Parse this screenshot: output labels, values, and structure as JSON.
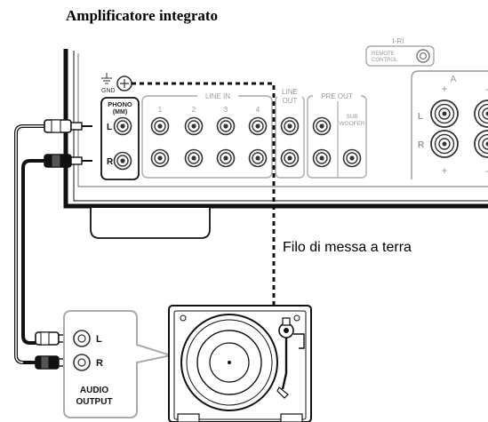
{
  "title": "Amplificatore integrato",
  "ground_wire_label": "Filo di messa a terra",
  "amplifier": {
    "gnd_label": "GND",
    "phono_label": "PHONO",
    "phono_sub_label": "(MM)",
    "line_in_label": "LINE IN",
    "line_in_numbers": [
      "1",
      "2",
      "3",
      "4"
    ],
    "line_out_label": "LINE",
    "line_out_sub_label": "OUT",
    "pre_out_label": "PRE OUT",
    "sub_label": "SUB",
    "woofer_label": "WOOFER",
    "remote_label_1": "REMOTE",
    "remote_label_2": "CONTROL",
    "remote_port_label": "I-RI",
    "speaker_a_label": "A",
    "left_label": "L",
    "right_label": "R",
    "plus_sign": "+",
    "minus_sign": "-"
  },
  "turntable": {
    "output_label_1": "AUDIO",
    "output_label_2": "OUTPUT",
    "left_label": "L",
    "right_label": "R"
  }
}
